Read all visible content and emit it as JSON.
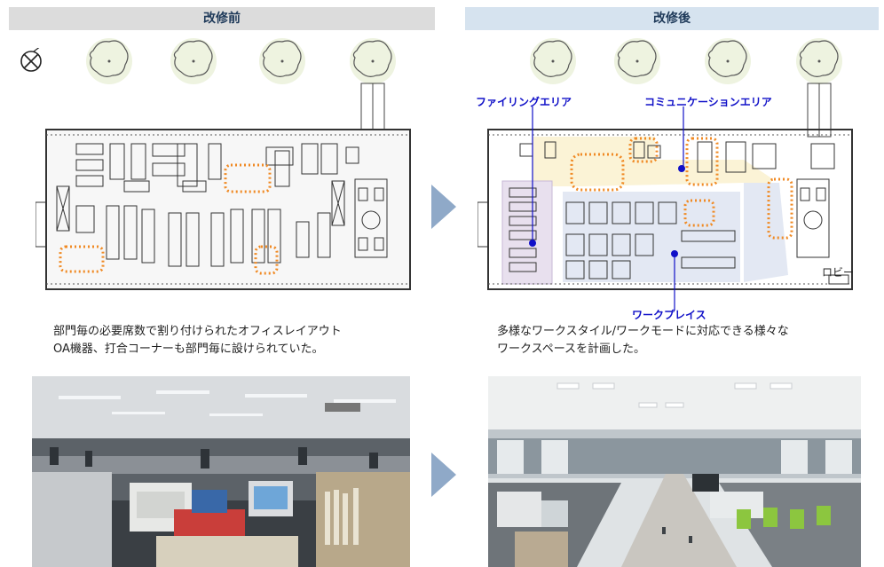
{
  "headers": {
    "before": "改修前",
    "after": "改修後"
  },
  "captions": {
    "before": [
      "部門毎の必要席数で割り付けられたオフィスレイアウト",
      "OA機器、打合コーナーも部門毎に設けられていた。"
    ],
    "after": [
      "多様なワークスタイル/ワークモードに対応できる様々な",
      "ワークスペースを計画した。"
    ]
  },
  "labels": {
    "filing": "ファイリングエリア",
    "communication": "コミュニケーションエリア",
    "workplace": "ワークプレイス",
    "lobby": "ロビー"
  },
  "icons": [
    "north-compass-icon",
    "tree-icon",
    "next-arrow-icon"
  ],
  "colors": {
    "header_before_bg": "#dcdcdc",
    "header_after_bg": "#d6e3ef",
    "header_text": "#1f3a5a",
    "arrow": "#8fa9c8",
    "label_blue": "#1010c8",
    "highlight_orange": "#f08a24",
    "filing_fill": "#e8e0ee",
    "communication_fill": "#fbf3d6",
    "workplace_fill": "#e3e8f3"
  }
}
